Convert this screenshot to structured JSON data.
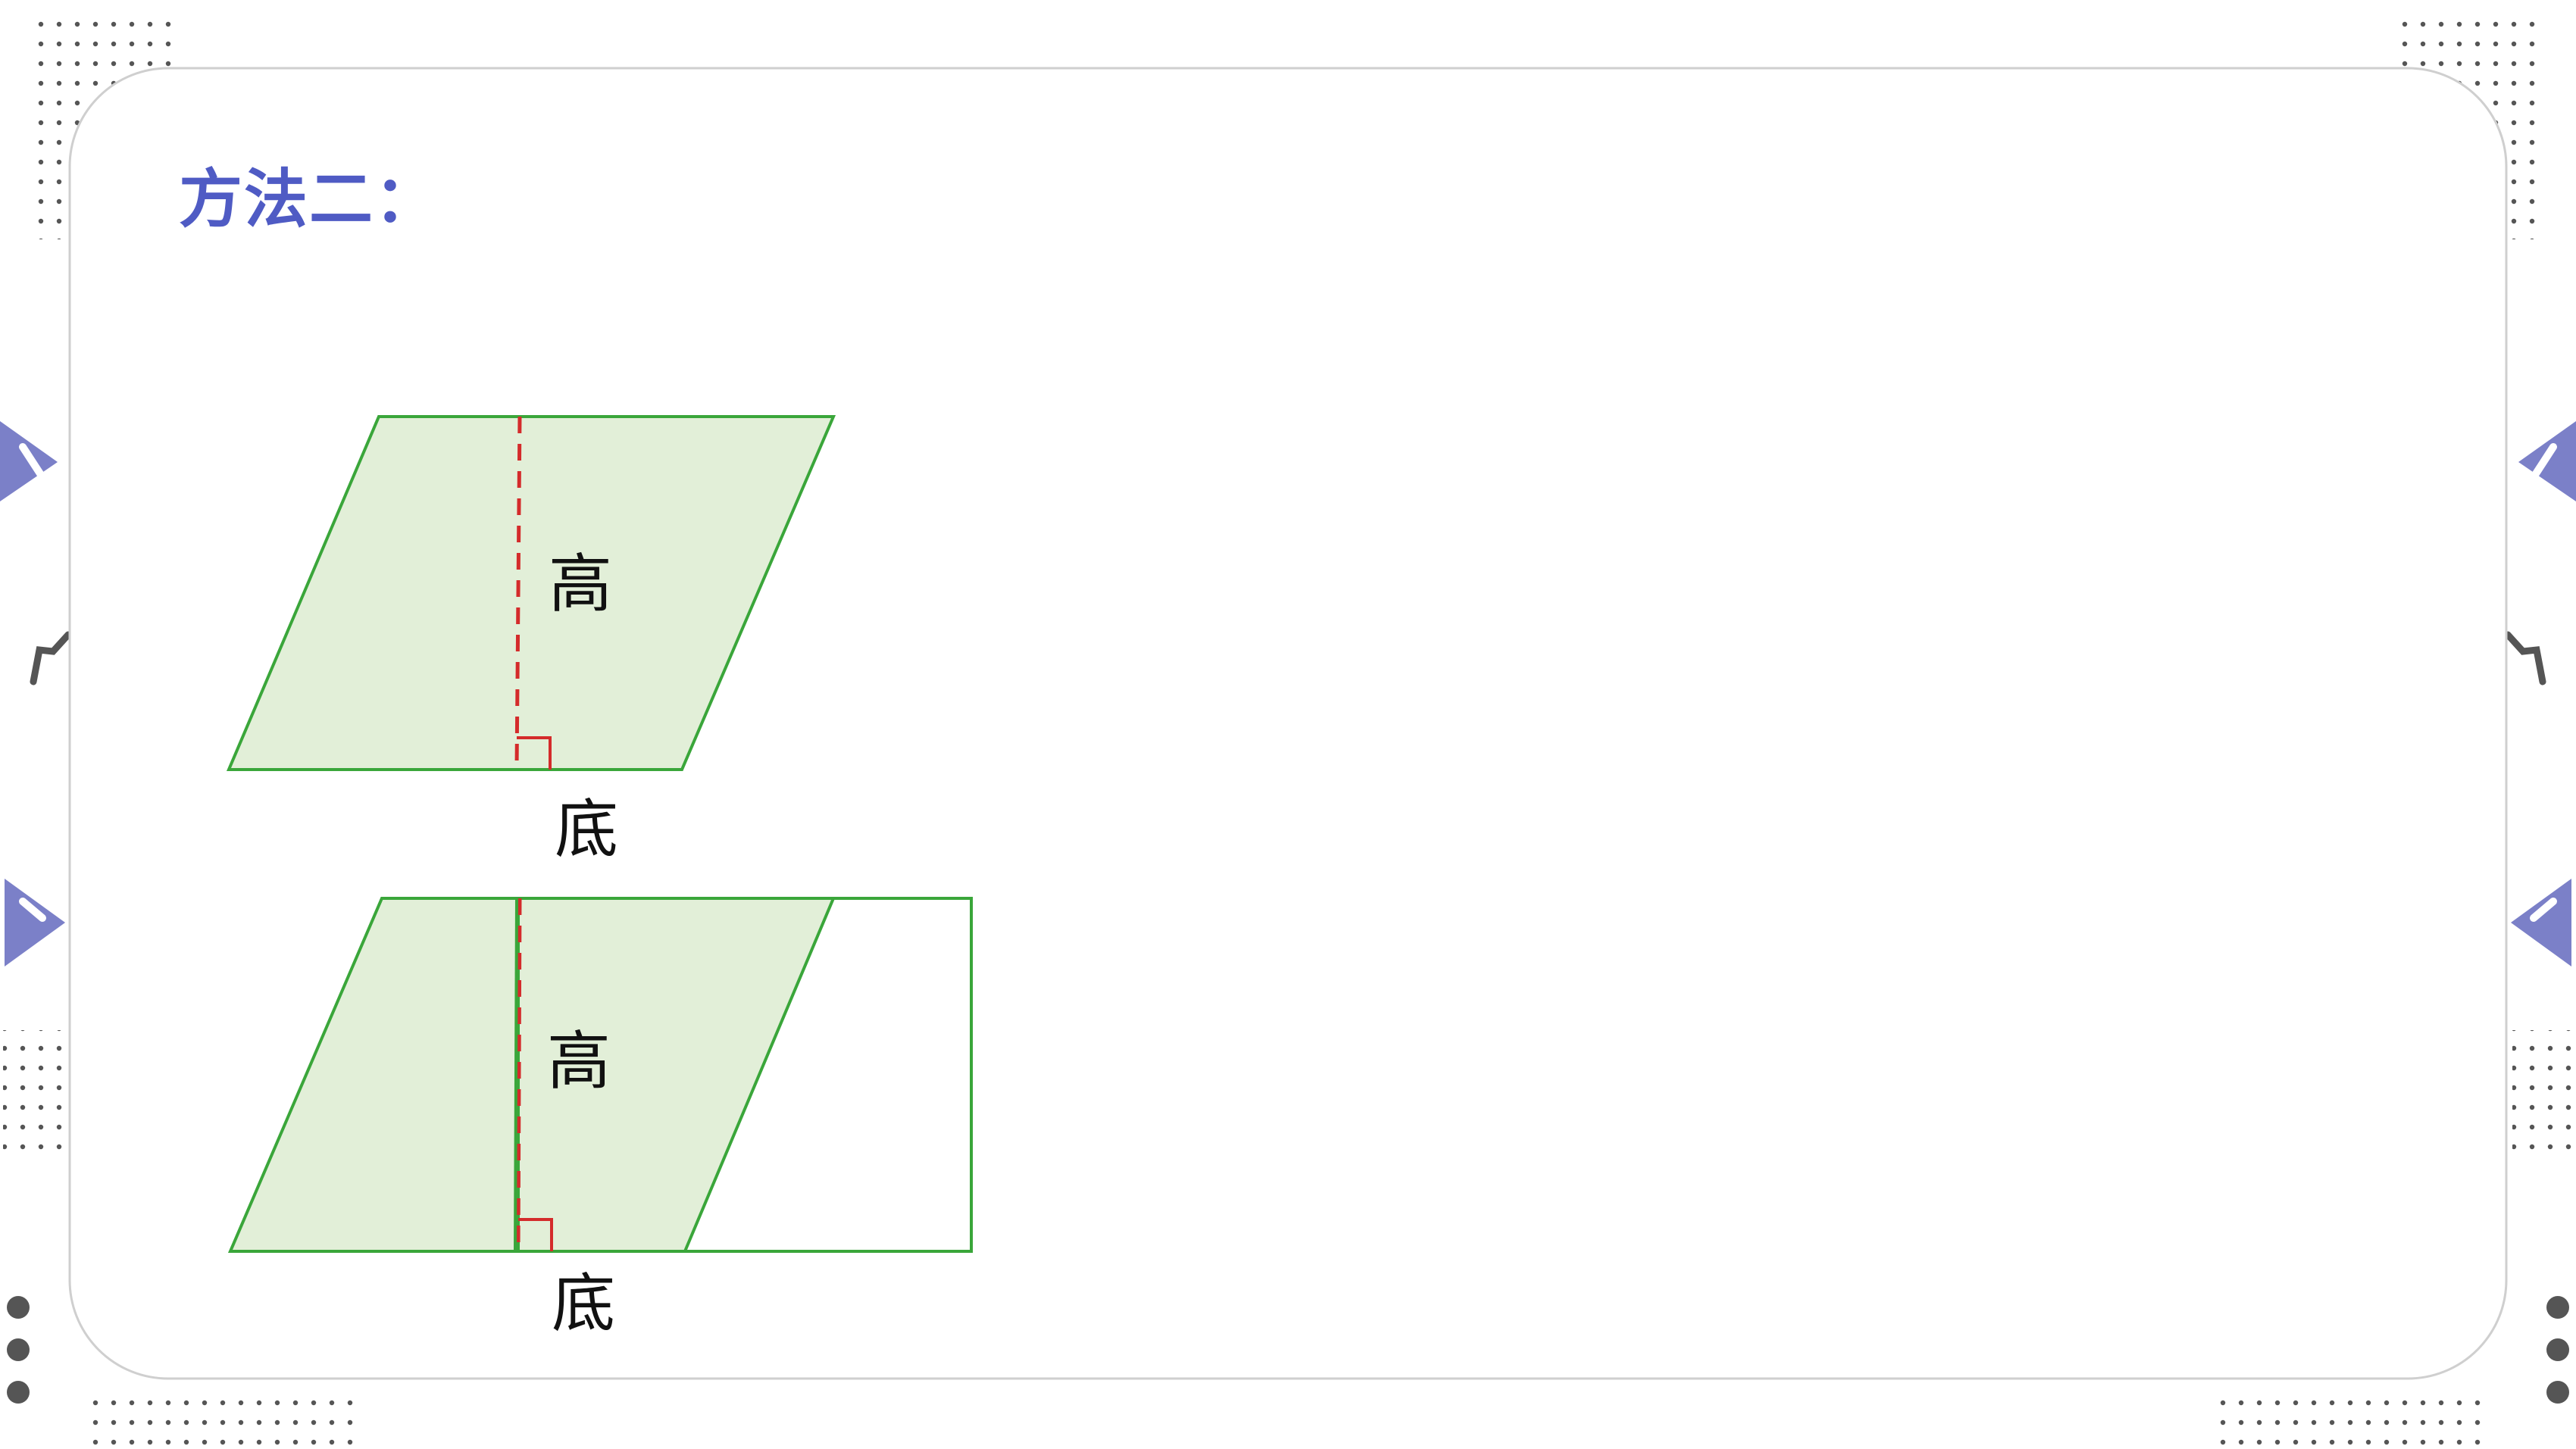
{
  "slide": {
    "title": "方法二："
  },
  "figure_top": {
    "height_label": "高",
    "base_label": "底"
  },
  "figure_bottom": {
    "height_label": "高",
    "base_label": "底"
  },
  "colors": {
    "title": "#4F5BC4",
    "shape_fill": "#E2EFD8",
    "shape_stroke": "#3AA63A",
    "height_line": "#D42B2B",
    "card_border": "#CFCFCF",
    "dots": "#555555",
    "triangles": "#7B80C8"
  }
}
